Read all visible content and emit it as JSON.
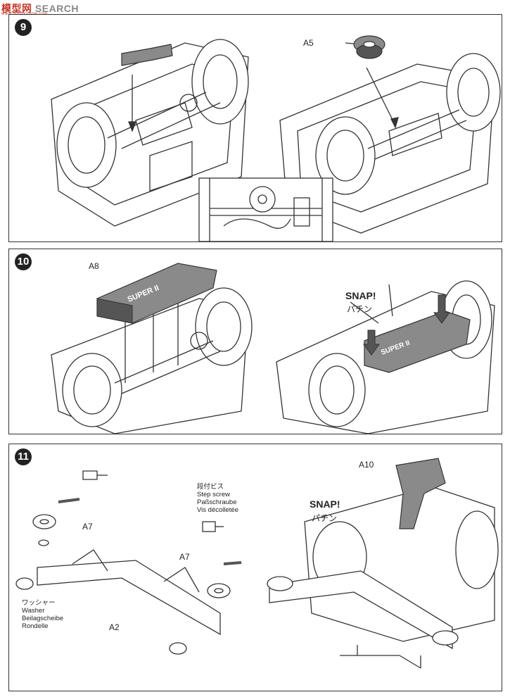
{
  "watermark": {
    "brand": "模型网",
    "search": "SEARCH",
    "url": "www.hobbyshow.com"
  },
  "steps": {
    "s9": {
      "num": "9",
      "part_a5": "A5"
    },
    "s10": {
      "num": "10",
      "part_a8": "A8",
      "snap": "SNAP!",
      "snap_jp": "パチン",
      "decal": "SUPER II"
    },
    "s11": {
      "num": "11",
      "part_a10": "A10",
      "part_a7_left": "A7",
      "part_a7_right": "A7",
      "part_a2": "A2",
      "snap": "SNAP!",
      "snap_jp": "パチン",
      "step_screw": [
        "段付ビス",
        "Step screw",
        "Paßschraube",
        "Vis décolletée"
      ],
      "washer": [
        "ワッシャー",
        "Washer",
        "Beilagscheibe",
        "Rondelle"
      ]
    }
  },
  "colors": {
    "line": "#333333",
    "part_fill": "#8a8a8a",
    "dark_part": "#555555"
  }
}
